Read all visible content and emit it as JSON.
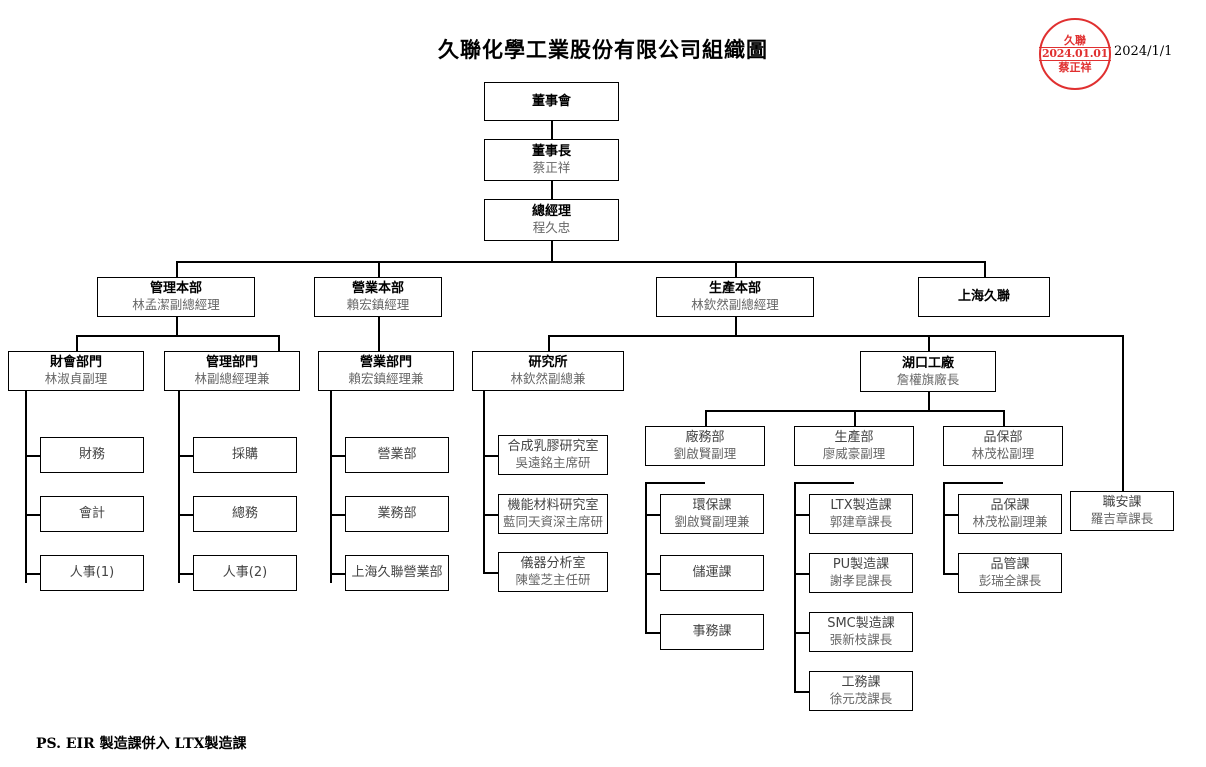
{
  "document": {
    "title": "久聯化學工業股份有限公司組織圖",
    "footnote": "PS. EIR 製造課併入 LTX製造課"
  },
  "stamp": {
    "company": "久聯",
    "date": "2024.01.01",
    "signer": "蔡正祥",
    "date_label": "2024/1/1",
    "color": "#e03030"
  },
  "nodes": {
    "board": {
      "title": "董事會",
      "name": ""
    },
    "chairman": {
      "title": "董事長",
      "name": "蔡正祥"
    },
    "president": {
      "title": "總經理",
      "name": "程久忠"
    },
    "admin_hq": {
      "title": "管理本部",
      "name": "林孟潔副總經理"
    },
    "sales_hq": {
      "title": "營業本部",
      "name": "賴宏鎮經理"
    },
    "prod_hq": {
      "title": "生產本部",
      "name": "林欽然副總經理"
    },
    "shanghai": {
      "title": "上海久聯",
      "name": ""
    },
    "finance_dept": {
      "title": "財會部門",
      "name": "林淑貞副理"
    },
    "admin_dept": {
      "title": "管理部門",
      "name": "林副總經理兼"
    },
    "sales_dept": {
      "title": "營業部門",
      "name": "賴宏鎮經理兼"
    },
    "research": {
      "title": "研究所",
      "name": "林欽然副總兼"
    },
    "hukou_plant": {
      "title": "湖口工廠",
      "name": "詹權旗廠長"
    },
    "fin_1": {
      "title": "財務",
      "name": ""
    },
    "fin_2": {
      "title": "會計",
      "name": ""
    },
    "fin_3": {
      "title": "人事(1)",
      "name": ""
    },
    "adm_1": {
      "title": "採購",
      "name": ""
    },
    "adm_2": {
      "title": "總務",
      "name": ""
    },
    "adm_3": {
      "title": "人事(2)",
      "name": ""
    },
    "sal_1": {
      "title": "營業部",
      "name": ""
    },
    "sal_2": {
      "title": "業務部",
      "name": ""
    },
    "sal_3": {
      "title": "上海久聯營業部",
      "name": ""
    },
    "res_1": {
      "title": "合成乳膠研究室",
      "name": "吳遠銘主席研"
    },
    "res_2": {
      "title": "機能材料研究室",
      "name": "藍同天資深主席研"
    },
    "res_3": {
      "title": "儀器分析室",
      "name": "陳瑩芝主任研"
    },
    "plantops": {
      "title": "廠務部",
      "name": "劉啟賢副理"
    },
    "po_1": {
      "title": "環保課",
      "name": "劉啟賢副理兼"
    },
    "po_2": {
      "title": "儲運課",
      "name": ""
    },
    "po_3": {
      "title": "事務課",
      "name": ""
    },
    "production": {
      "title": "生產部",
      "name": "廖威豪副理"
    },
    "pr_1": {
      "title": "LTX製造課",
      "name": "郭建章課長"
    },
    "pr_2": {
      "title": "PU製造課",
      "name": "謝孝昆課長"
    },
    "pr_3": {
      "title": "SMC製造課",
      "name": "張新枝課長"
    },
    "pr_4": {
      "title": "工務課",
      "name": "徐元茂課長"
    },
    "qa": {
      "title": "品保部",
      "name": "林茂松副理"
    },
    "qa_1": {
      "title": "品保課",
      "name": "林茂松副理兼"
    },
    "qa_2": {
      "title": "品管課",
      "name": "彭瑞全課長"
    },
    "safety": {
      "title": "職安課",
      "name": "羅吉章課長"
    }
  }
}
